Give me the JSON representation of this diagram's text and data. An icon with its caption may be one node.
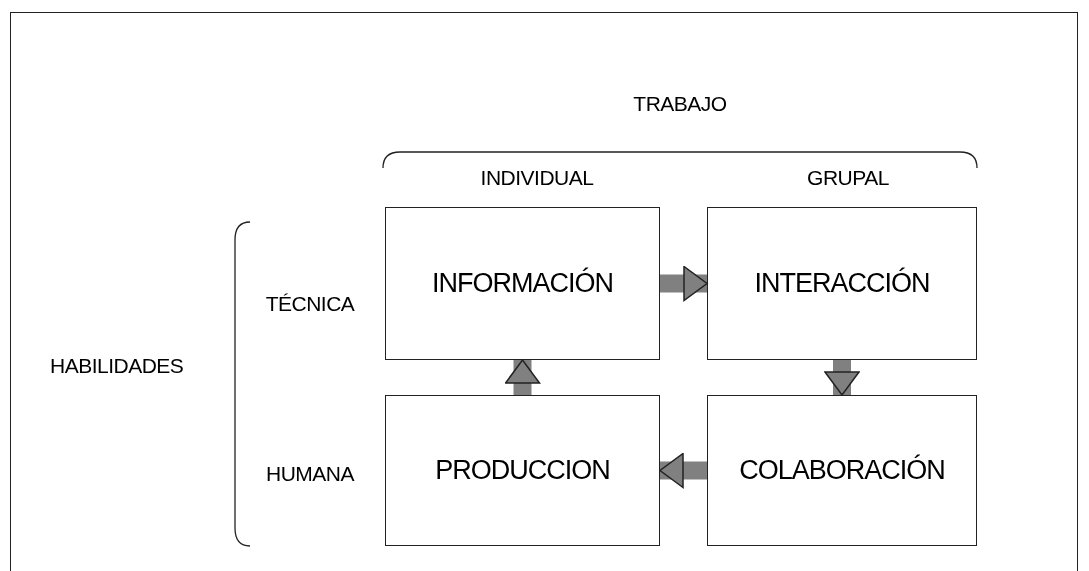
{
  "diagram": {
    "nodes": [
      {
        "text": [
          "INFORMACIÓN"
        ]
      },
      {
        "text": [
          "INTERACCIÓN"
        ]
      },
      {
        "text": [
          "PRODUCCION"
        ]
      },
      {
        "text": [
          "COLABORACIÓN"
        ]
      }
    ],
    "edges": [
      {
        "from": 0,
        "to": 1,
        "arrow": "to"
      },
      {
        "from": 1,
        "to": 3,
        "arrow": "to"
      },
      {
        "from": 3,
        "to": 2,
        "arrow": "to"
      },
      {
        "from": 2,
        "to": 0,
        "arrow": "to"
      }
    ],
    "labels": [
      "TRABAJO",
      "INDIVIDUAL",
      "GRUPAL",
      "TÉCNICA",
      "HABILIDADES",
      "HUMANA"
    ]
  }
}
